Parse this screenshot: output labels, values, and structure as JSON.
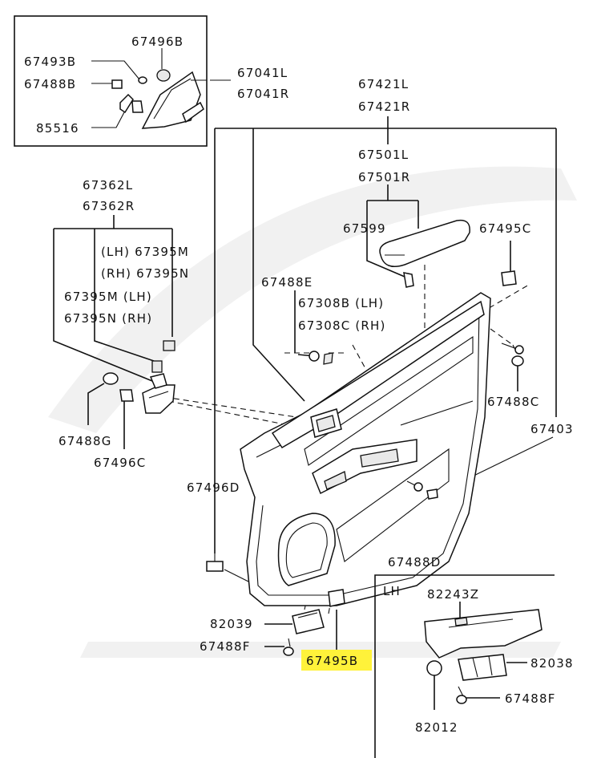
{
  "labels": {
    "p67496B": "67496B",
    "p67493B": "67493B",
    "p67488B": "67488B",
    "p85516": "85516",
    "p67041L": "67041L",
    "p67041R": "67041R",
    "p67421L": "67421L",
    "p67421R": "67421R",
    "p67501L": "67501L",
    "p67501R": "67501R",
    "p67599": "67599",
    "p67495C": "67495C",
    "p67362L": "67362L",
    "p67362R": "67362R",
    "lh67395M": "(LH) 67395M",
    "rh67395N": "(RH) 67395N",
    "p67395M_lh": "67395M (LH)",
    "p67395N_rh": "67395N (RH)",
    "p67488E": "67488E",
    "p67308B": "67308B (LH)",
    "p67308C": "67308C (RH)",
    "p67488C": "67488C",
    "p67403": "67403",
    "p67488G": "67488G",
    "p67496C": "67496C",
    "p67496D": "67496D",
    "p67488D": "67488D",
    "p82039": "82039",
    "p67488F": "67488F",
    "p67495B": "67495B",
    "lh": "LH",
    "p82243Z": "82243Z",
    "p82038": "82038",
    "p67488F_2": "67488F",
    "p82012": "82012"
  },
  "highlight": {
    "part": "67495B",
    "color": "#fff23a"
  }
}
